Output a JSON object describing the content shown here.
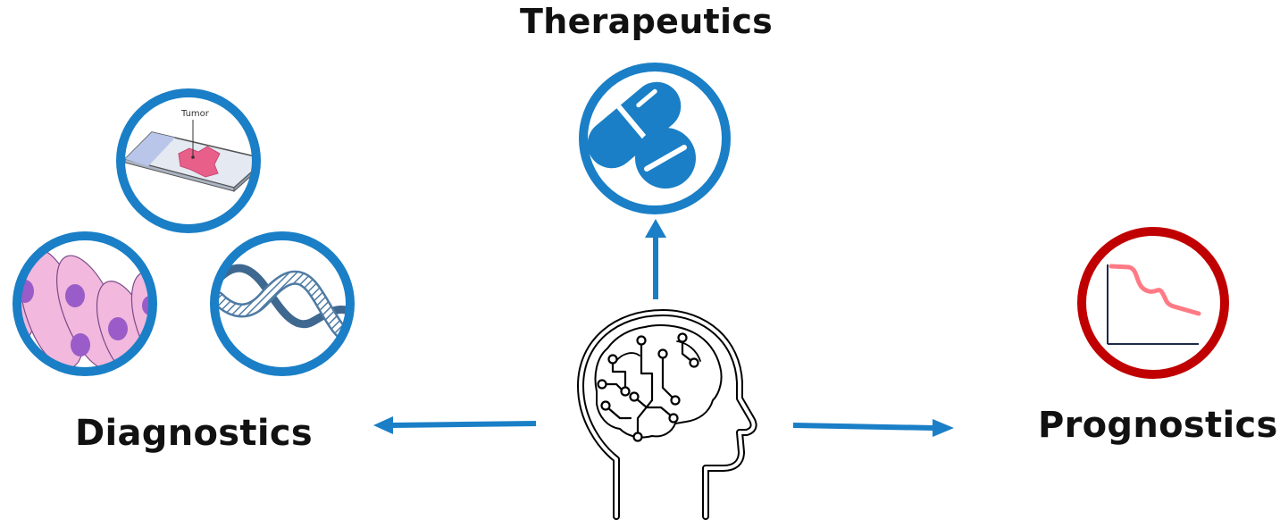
{
  "labels": {
    "therapeutics": "Therapeutics",
    "diagnostics": "Diagnostics",
    "prognostics": "Prognostics",
    "tumor": "Tumor"
  },
  "colors": {
    "ring_blue": "#1a7fc6",
    "ring_red": "#c00000",
    "arrow_blue": "#1a7fc6",
    "pill_blue": "#1a7fc6",
    "curve_pink": "#ff7a85",
    "tissue_pink": "#e8608a",
    "cell_pink": "#f2b8dd",
    "nucleus_purple": "#9a5cc8",
    "dna_blue": "#4f7ba3",
    "head_outline": "#000000"
  },
  "icons": [
    "slide-tumor-icon",
    "cells-icon",
    "dna-icon",
    "pill-icon",
    "survival-curve-icon",
    "ai-brain-head-icon"
  ]
}
